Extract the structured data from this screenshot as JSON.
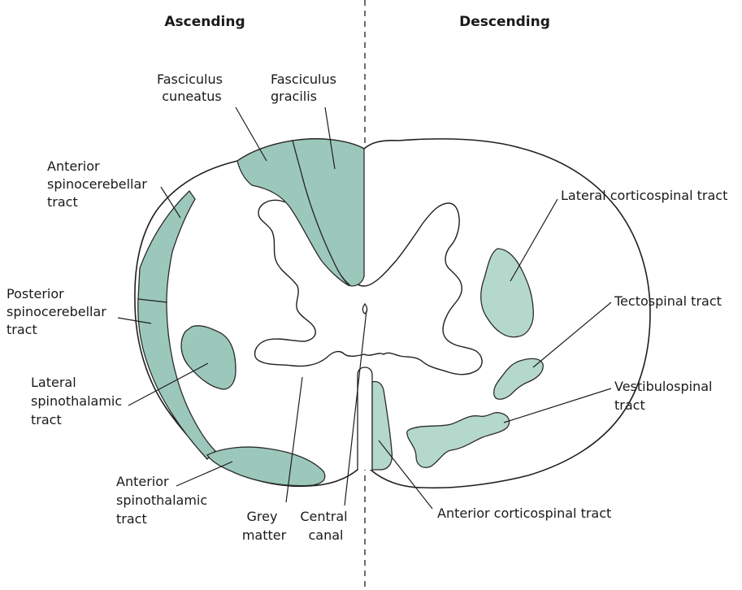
{
  "headings": {
    "ascending": "Ascending",
    "descending": "Descending"
  },
  "labels": {
    "fasciculus_cuneatus": [
      "Fasciculus",
      "cuneatus"
    ],
    "fasciculus_gracilis": [
      "Fasciculus",
      "gracilis"
    ],
    "anterior_spinocerebellar": [
      "Anterior",
      "spinocerebellar",
      "tract"
    ],
    "posterior_spinocerebellar": [
      "Posterior",
      "spinocerebellar",
      "tract"
    ],
    "lateral_spinothalamic": [
      "Lateral",
      "spinothalamic",
      "tract"
    ],
    "anterior_spinothalamic": [
      "Anterior",
      "spinothalamic",
      "tract"
    ],
    "grey_matter": [
      "Grey",
      "matter"
    ],
    "central_canal": [
      "Central",
      "canal"
    ],
    "lateral_corticospinal": [
      "Lateral corticospinal tract"
    ],
    "tectospinal": [
      "Tectospinal tract"
    ],
    "vestibulospinal": [
      "Vestibulospinal",
      "tract"
    ],
    "anterior_corticospinal": [
      "Anterior corticospinal tract"
    ]
  },
  "colors": {
    "ascending_tract": "#9cc8bb",
    "descending_tract": "#b5d8cc",
    "outline": "#1f1f1f"
  }
}
